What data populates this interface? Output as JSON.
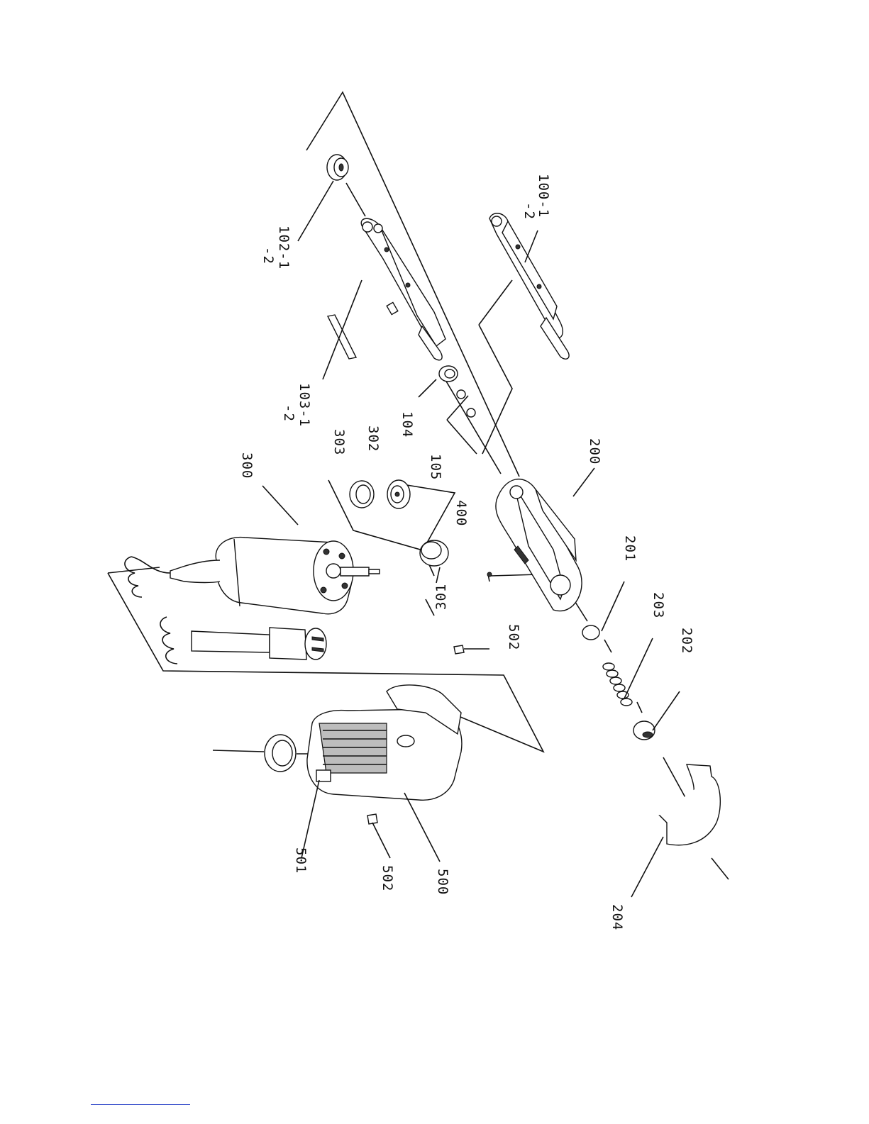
{
  "labels": {
    "p100": [
      "100-1",
      "-2"
    ],
    "p102": [
      "102-1",
      "-2"
    ],
    "p103": [
      "103-1",
      "-2"
    ],
    "p104": "104",
    "p105": "105",
    "p200": "200",
    "p201": "201",
    "p202": "202",
    "p203": "203",
    "p204": "204",
    "p300": "300",
    "p301": "301",
    "p302": "302",
    "p303": "303",
    "p400": "400",
    "p500": "500",
    "p501": "501",
    "p502a": "502",
    "p502b": "502"
  }
}
